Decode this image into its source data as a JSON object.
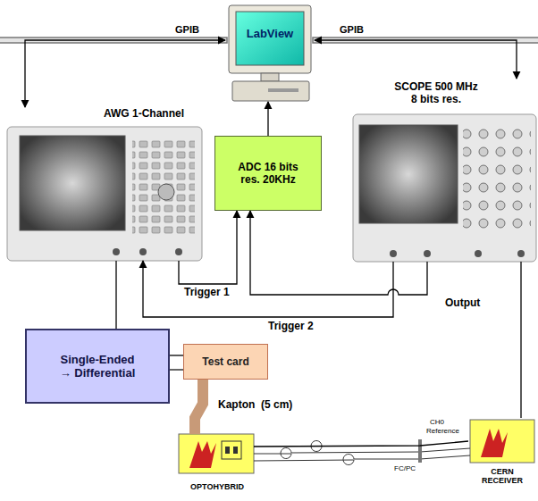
{
  "diagram": {
    "nodes": [
      {
        "text": [
          "LabView"
        ]
      },
      {
        "text": [
          "AWG 1-Channel"
        ]
      },
      {
        "text": [
          "ADC 16 bits res. 20KHz"
        ]
      },
      {
        "text": [
          "SCOPE 500 MHz 8 bits res."
        ]
      },
      {
        "text": [
          "Single-Ended → Differential"
        ]
      },
      {
        "text": [
          "Test card"
        ]
      },
      {
        "text": [
          "OPTOHYBRID"
        ]
      },
      {
        "text": [
          "CERN RECEIVER"
        ]
      }
    ],
    "edges": [
      {
        "from": 1,
        "to": 0,
        "arrow": "both"
      },
      {
        "from": 3,
        "to": 0,
        "arrow": "both"
      },
      {
        "from": 2,
        "to": 0,
        "arrow": "to"
      },
      {
        "from": 1,
        "to": 2,
        "arrow": "to",
        "label": "Trigger 1"
      },
      {
        "from": 3,
        "to": 2,
        "arrow": "to",
        "label": "Output"
      },
      {
        "from": 3,
        "to": 1,
        "arrow": "to",
        "label": "Trigger 2"
      },
      {
        "from": 1,
        "to": 4,
        "arrow": "none"
      },
      {
        "from": 4,
        "to": 5,
        "arrow": "none"
      },
      {
        "from": 5,
        "to": 6,
        "arrow": "none",
        "label": "Kapton  (5 cm)"
      },
      {
        "from": 6,
        "to": 7,
        "arrow": "none"
      },
      {
        "from": 7,
        "to": 3,
        "arrow": "none"
      }
    ],
    "labels": [
      "GPIB",
      "GPIB",
      "CH0",
      "Reference",
      "FC/PC"
    ]
  }
}
